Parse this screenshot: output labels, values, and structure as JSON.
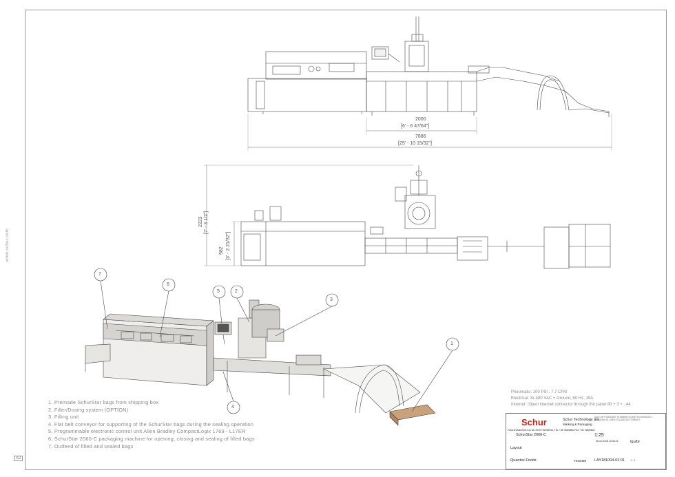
{
  "sheet": {
    "side_url": "www.schur.com",
    "corner_label": "A2"
  },
  "dimensions": {
    "top_2000": "2000",
    "top_2000_in": "[6' - 6 47/64\"]",
    "top_7886": "7886",
    "top_7886_in": "[25' - 10 15/32\"]",
    "side_2223": "2223",
    "side_2223_in": "[7' - 3 1/2\"]",
    "side_982": "982",
    "side_982_in": "[3' - 2 21/32\"]"
  },
  "callouts": [
    "7",
    "6",
    "5",
    "2",
    "3",
    "4",
    "1"
  ],
  "notes": [
    "1. Premade SchurStar bags from shipping box",
    "2. Filler/Dosing system (OPTION)",
    "3. Filling unit",
    "4. Flat belt conveyor for supporting of the SchurStar bags during the sealing operation",
    "5. Programmable electronic control unit Allen Bradley CompactLogix 1769 - L17ER",
    "6. SchurStar 2060-C packaging machine for opening, closing and sealing of filled bags",
    "7. Outfeed of filled and sealed bags"
  ],
  "utilities": [
    "Pneumatic: 100 PSI . 7.7 CFM",
    "Electrical: 3x 480 VAC + Ground, 60 Hz, 19A",
    "Internet : Open internet connector through the panel 80 + 3 + ..44"
  ],
  "title_block": {
    "logo_text": "Schur",
    "company": "Schur Technology a/s",
    "company_sub": "Marking & Packaging",
    "address": "FUGLEVANGSVEJ 41 DK-8700 HORSENS, TEL +45 76826800 FAX +45 76826820",
    "notice": "ALLE RETTIGHEDER TILHØRER SCHUR TECHNOLOGY - GENGIVELSE UDEN TILLADELSE FORBUDT",
    "description": "SchurStar 2060-C",
    "scale": "1:25",
    "title": "Layout",
    "customer": "Quantex Foods",
    "order_no": "Y942496",
    "drawing_no": "LAY181004-02:01",
    "drawn_date": "26-10-2018 10:36:13",
    "initials": "tgu/br",
    "sheet_label": "1 / 1"
  }
}
